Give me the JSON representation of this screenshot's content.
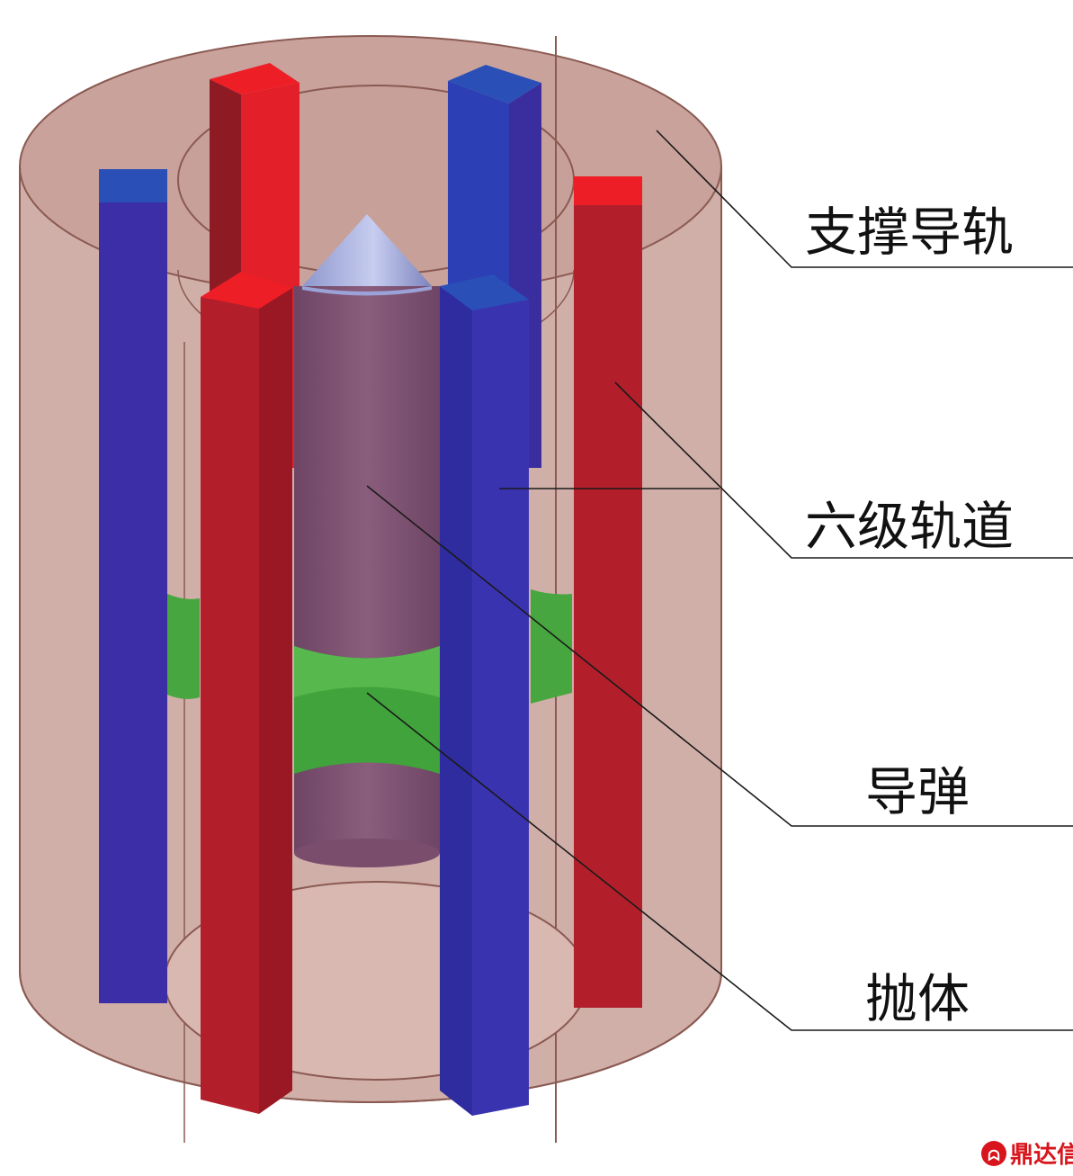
{
  "diagram": {
    "labels": {
      "support_rail": "支撑导轨",
      "six_stage_rail": "六级轨道",
      "missile": "导弹",
      "projectile_body": "抛体"
    },
    "watermark": {
      "text": "鼎达信"
    },
    "colors": {
      "shell": "#c28f86",
      "red_rail": "#b21f2b",
      "red_cap": "#ee1e27",
      "blue_rail": "#3a2ea3",
      "blue_cap": "#2a50b8",
      "missile": "#7e5070",
      "sabot": "#3f9e3a",
      "nose": "#a9b3e0"
    }
  }
}
